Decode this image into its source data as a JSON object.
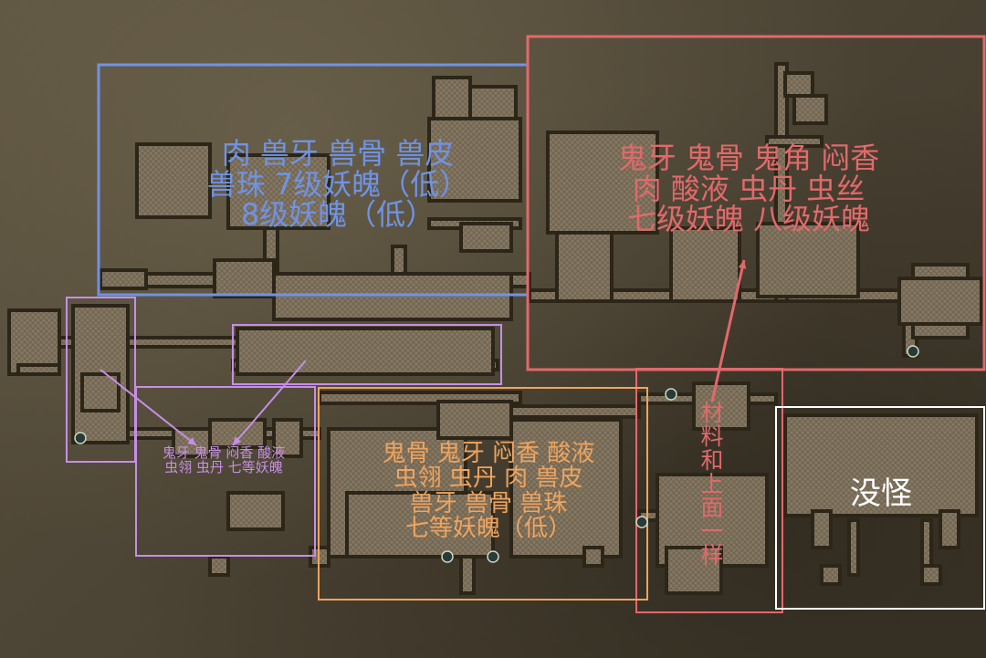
{
  "colors": {
    "blue": "#6f93e6",
    "red": "#e2696b",
    "orange": "#f0a45e",
    "purple": "#c58fe6",
    "white": "#ffffff",
    "room_fill": "#8a7d66",
    "room_border": "#2c2619"
  },
  "regions": {
    "blue": {
      "lines": [
        "肉 兽牙 兽骨 兽皮",
        "兽珠 7级妖魄（低）",
        "8级妖魄（低）"
      ]
    },
    "red": {
      "lines": [
        "鬼牙 鬼骨 鬼角 闷香",
        "肉 酸液 虫丹 虫丝",
        "七级妖魄 八级妖魄"
      ]
    },
    "orange": {
      "lines": [
        "鬼骨 鬼牙 闷香 酸液",
        "虫翎 虫丹 肉 兽皮",
        "兽牙 兽骨 兽珠",
        "七等妖魄（低）"
      ]
    },
    "purple": {
      "lines": [
        "鬼牙 鬼骨  闷香 酸液",
        "虫翎 虫丹 七等妖魄"
      ]
    },
    "white": {
      "lines": [
        "没怪"
      ]
    },
    "red_vertical": {
      "chars": [
        "材",
        "料",
        "和",
        "上",
        "面",
        "一",
        "样"
      ]
    }
  },
  "icons": [
    "stairs-icon",
    "portal-icon"
  ]
}
